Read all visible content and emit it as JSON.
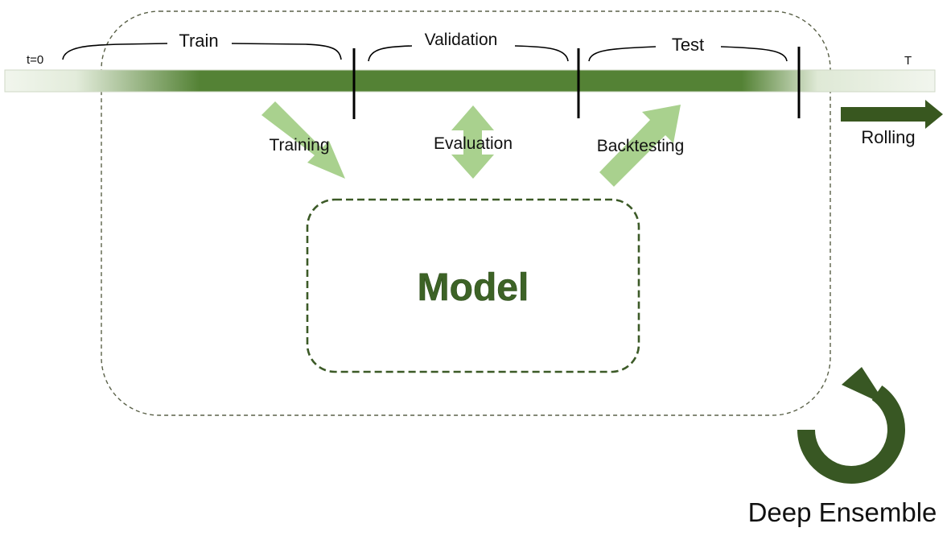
{
  "timeline": {
    "start_label": "t=0",
    "end_label": "T",
    "segments": [
      {
        "label": "Train"
      },
      {
        "label": "Validation"
      },
      {
        "label": "Test"
      }
    ]
  },
  "flows": {
    "training": "Training",
    "evaluation": "Evaluation",
    "backtesting": "Backtesting"
  },
  "model_label": "Model",
  "rolling_label": "Rolling",
  "ensemble_label": "Deep Ensemble",
  "colors": {
    "bar_dark": "#548235",
    "arrow_light": "#a9d18e",
    "rolling_arrow": "#38571f",
    "ensemble_arrow": "#385723",
    "model_text": "#3d6326",
    "dashed_border": "#4e5b3f"
  }
}
